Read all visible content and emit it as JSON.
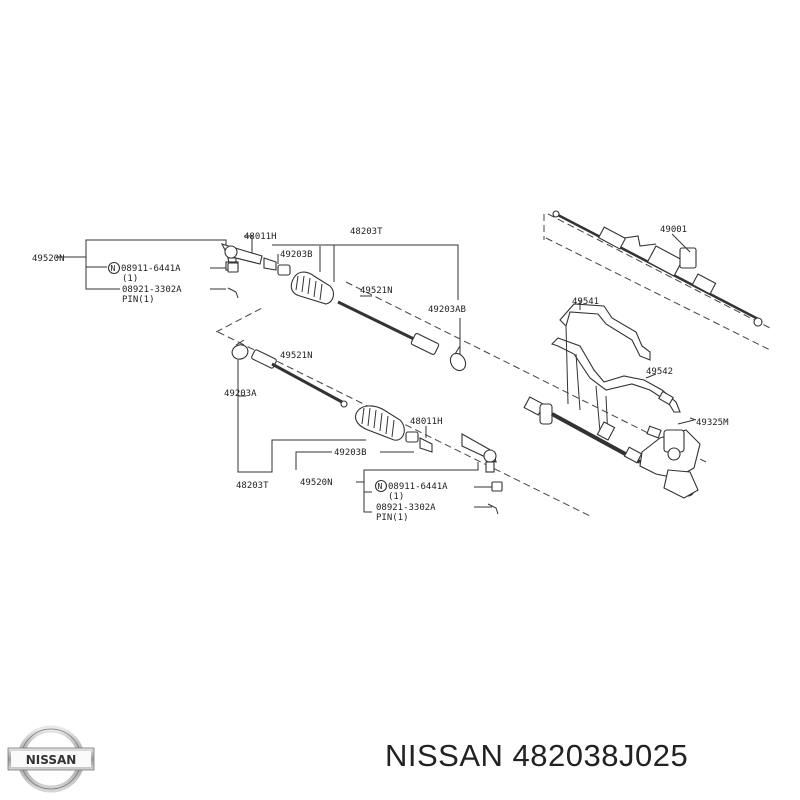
{
  "diagram": {
    "labels": {
      "l48203T_a": "48203T",
      "l48011H_a": "48011H",
      "l49203B_a": "49203B",
      "l49520N_a": "49520N",
      "l08911_a": "08911-6441A",
      "l08911_a_qty": "(1)",
      "l08921_a": "08921-3302A",
      "l08921_a_pin": "PIN(1)",
      "l49521N_a": "49521N",
      "l49203AB": "49203AB",
      "l49001": "49001",
      "l49541": "49541",
      "l49542": "49542",
      "l49325M": "49325M",
      "l49521N_b": "49521N",
      "l49203A": "49203A",
      "l48011H_b": "48011H",
      "l49203B_b": "49203B",
      "l48203T_b": "48203T",
      "l49520N_b": "49520N",
      "l08911_b": "08911-6441A",
      "l08911_b_qty": "(1)",
      "l08921_b": "08921-3302A",
      "l08921_b_pin": "PIN(1)",
      "n_a": "N",
      "n_b": "N"
    }
  },
  "footer": {
    "brand": "NISSAN 482038J025",
    "logo_text": "NISSAN"
  }
}
